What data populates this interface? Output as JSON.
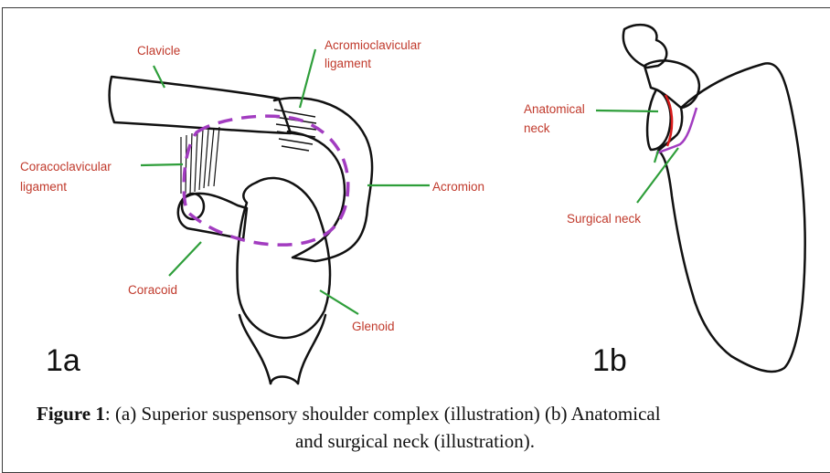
{
  "labels": {
    "clavicle": "Clavicle",
    "acromioclavicular_1": "Acromioclavicular",
    "acromioclavicular_2": "ligament",
    "coracoclavicular_1": "Coracoclavicular",
    "coracoclavicular_2": "ligament",
    "acromion": "Acromion",
    "coracoid": "Coracoid",
    "glenoid": "Glenoid",
    "anatomical_neck_1": "Anatomical",
    "anatomical_neck_2": "neck",
    "surgical_neck": "Surgical neck"
  },
  "panels": {
    "a": "1a",
    "b": "1b"
  },
  "caption": {
    "figure": "Figure 1",
    "line1_rest": ": (a) Superior suspensory shoulder complex (illustration) (b) Anatomical",
    "line2": "and surgical neck (illustration)."
  },
  "colors": {
    "label_text": "#c0392b",
    "leader_line": "#2e9e3a",
    "purple": "#a23cc0",
    "red": "#d81b1b",
    "outline": "#111111"
  }
}
